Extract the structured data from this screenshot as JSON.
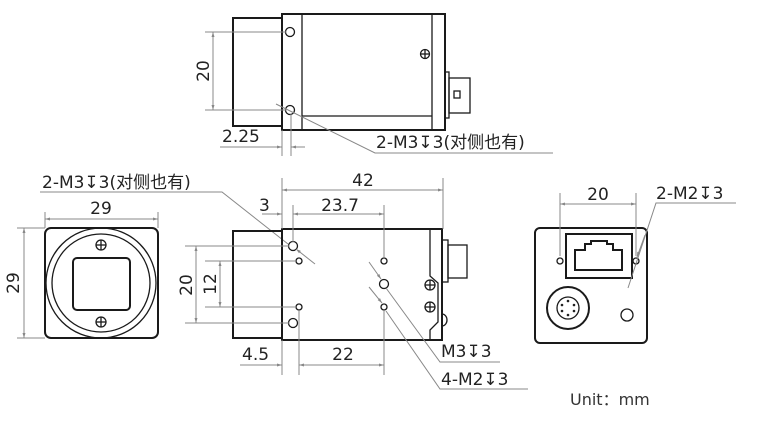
{
  "title": "Camera dimension drawing",
  "top_view": {
    "dim_hole_spacing": "20",
    "dim_offset": "2.25",
    "hole_note": "2-M3↧3(对侧也有)"
  },
  "front_view": {
    "dim_width": "29",
    "dim_height": "29",
    "hole_note": "2-M3↧3(对侧也有)"
  },
  "side_view": {
    "dim_length": "42",
    "dim_front_offset": "3",
    "dim_hole_span": "23.7",
    "dim_big_hole_spacing": "20",
    "dim_small_hole_spacing": "12",
    "dim_small_offset": "4.5",
    "dim_small_span": "22",
    "note_m3": "M3↧3",
    "note_m2": "4-M2↧3"
  },
  "rear_view": {
    "dim_hole_spacing": "20",
    "hole_note": "2-M2↧3"
  },
  "unit_label": "Unit：mm"
}
